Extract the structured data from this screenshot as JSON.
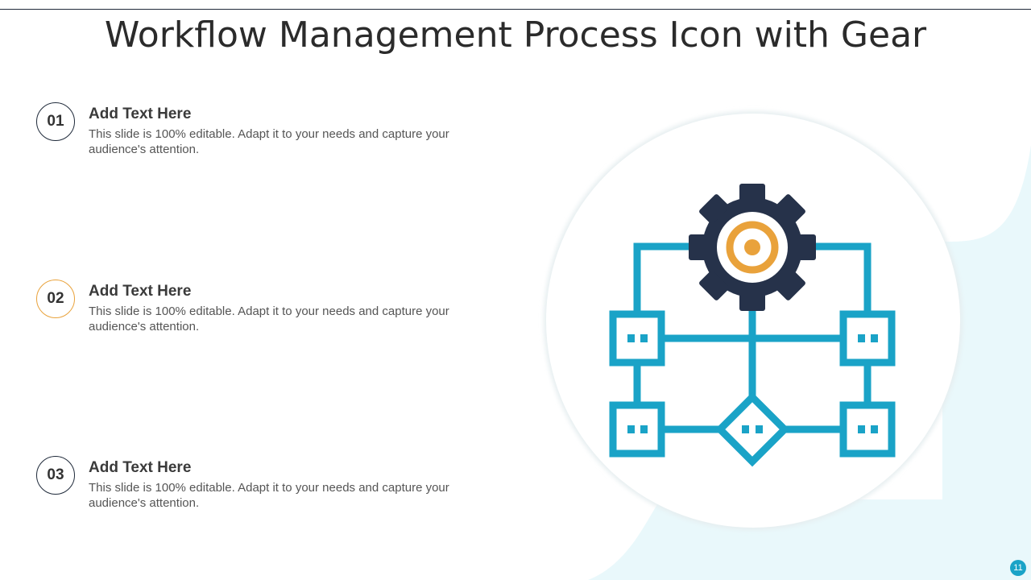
{
  "slide": {
    "title": "Workflow Management Process Icon with Gear",
    "page_number": "11"
  },
  "items": [
    {
      "number": "01",
      "heading": "Add Text Here",
      "body": "This slide is 100% editable. Adapt it to your needs and capture your audience's attention."
    },
    {
      "number": "02",
      "heading": "Add Text Here",
      "body": "This slide is 100% editable. Adapt it to your needs and capture your audience's attention."
    },
    {
      "number": "03",
      "heading": "Add Text Here",
      "body": "This slide is 100% editable. Adapt it to your needs and capture your audience's attention."
    }
  ],
  "colors": {
    "flow_blue": "#1aa3c7",
    "gear_dark": "#26324a",
    "gear_target": "#e9a23b",
    "blob_fill": "#e9f8fb"
  },
  "icons": {
    "main": "workflow-gear-icon"
  }
}
